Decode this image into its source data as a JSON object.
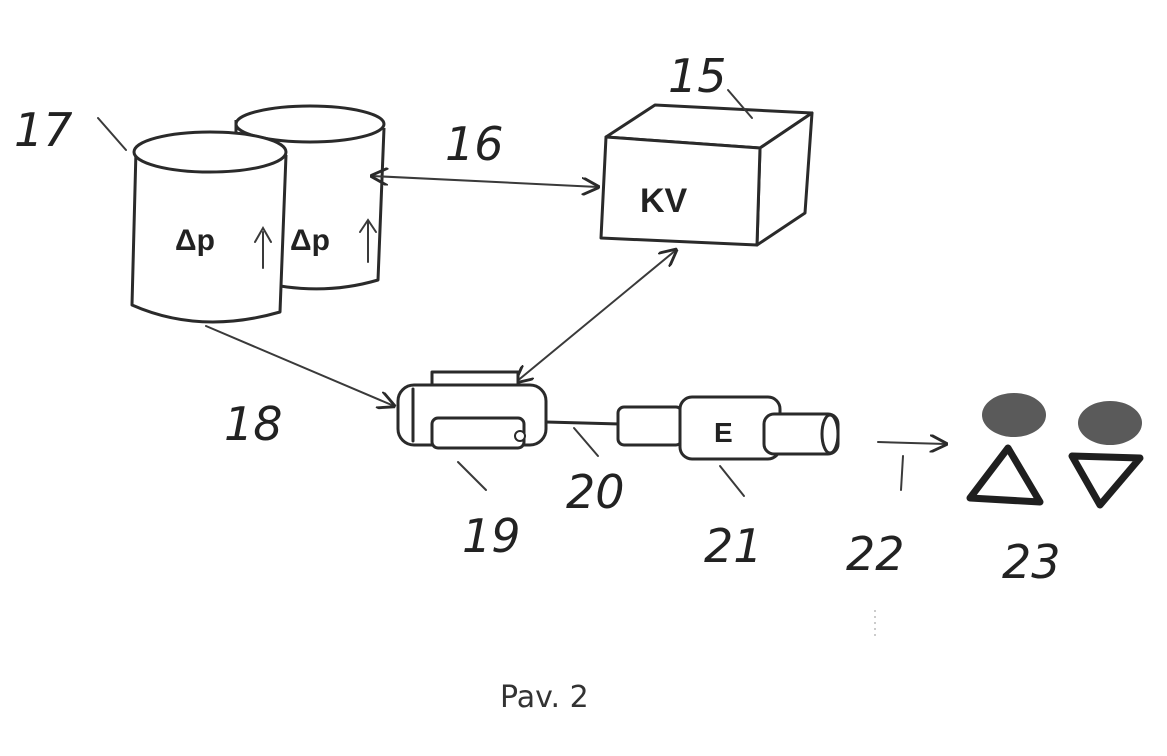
{
  "figure": {
    "caption": "Pav. 2",
    "reference_labels": {
      "r15": "15",
      "r16": "16",
      "r17": "17",
      "r18": "18",
      "r19": "19",
      "r20": "20",
      "r21": "21",
      "r22": "22",
      "r23": "23"
    },
    "components": {
      "pressure_tank_front": {
        "text": "Δp",
        "arrow": "up-arrow"
      },
      "pressure_tank_back": {
        "text": "Δp",
        "arrow": "up-arrow"
      },
      "controller_box": {
        "text": "KV"
      },
      "emitter_unit": {
        "text": "E"
      }
    },
    "colors": {
      "ink": "#2a2a2a",
      "marker_fill": "#5a5a5a",
      "background": "#ffffff"
    }
  }
}
